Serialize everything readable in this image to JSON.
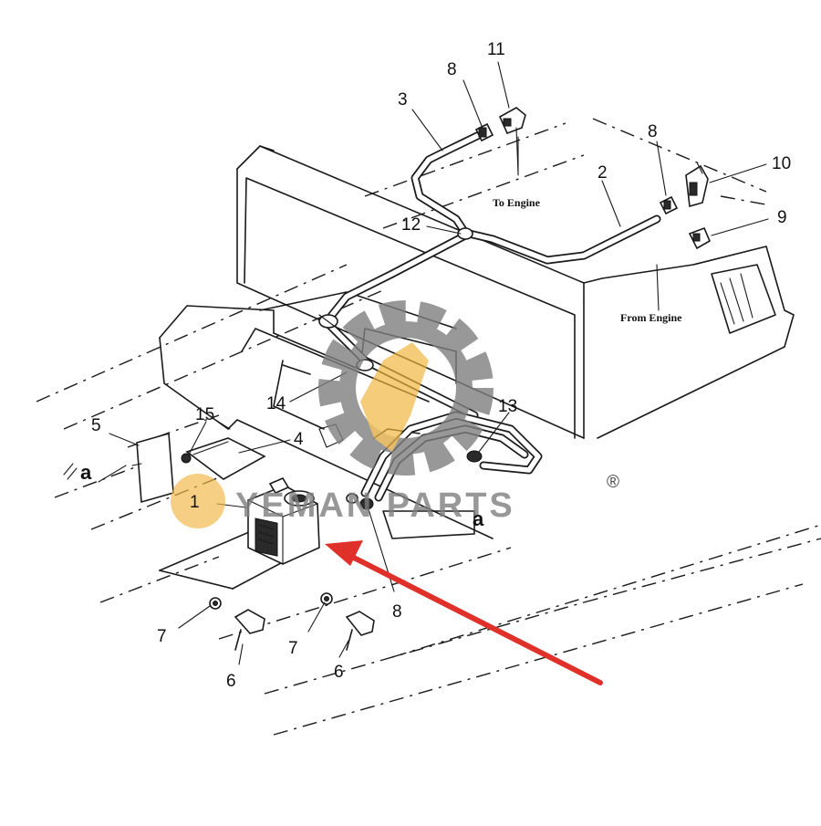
{
  "diagram": {
    "part_numbers": [
      "1",
      "2",
      "3",
      "4",
      "5",
      "6",
      "6",
      "7",
      "7",
      "8",
      "8",
      "8",
      "9",
      "10",
      "11",
      "12",
      "13",
      "14",
      "15"
    ],
    "notes": {
      "to_engine": "To Engine",
      "from_engine": "From Engine"
    },
    "reference_letters": [
      "a",
      "a"
    ]
  },
  "watermark": {
    "brand": "YEMAN PARTS",
    "registered_mark": "®",
    "colors": {
      "gear": "#7f7f7f",
      "flame": "#f0b43c",
      "text": "#7f7f7f"
    }
  },
  "highlight": {
    "arrow_color": "#e0302a",
    "marker_color": "#f3b94a",
    "highlighted_part": "1"
  }
}
